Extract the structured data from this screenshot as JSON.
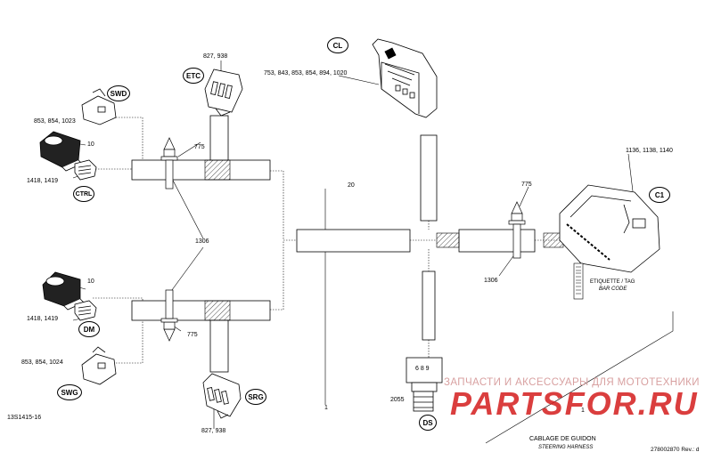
{
  "bubbles": {
    "cl": "CL",
    "etc": "ETC",
    "swd": "SWD",
    "ctrl": "CTRL",
    "dm": "DM",
    "swg": "SWG",
    "srg": "SRG",
    "ds": "DS",
    "c1": "C1"
  },
  "callouts": {
    "etc_parts": "827, 938",
    "cl_parts": "753, 843, 853, 854, 894, 1020",
    "swd_parts": "853, 854, 1023",
    "top_ten": "10",
    "ctrl_parts": "1418, 1419",
    "left_775_top": "775",
    "mid_1306": "1306",
    "bottom_ten": "10",
    "dm_parts": "1418, 1419",
    "left_775_bottom": "775",
    "swg_parts": "853, 854, 1024",
    "srg_parts": "827, 938",
    "harness_20": "20",
    "harness_1": "1",
    "right_775": "775",
    "right_1306": "1306",
    "c1_parts": "1136, 1138, 1140",
    "ds_code": "6 8 9",
    "ds_parts": "2055",
    "right_1": "1"
  },
  "tag": {
    "line1": "ETIQUETTE / TAG",
    "line2": "BAR CODE"
  },
  "footer": {
    "ref_left": "13S1415-16",
    "title_fr": "CABLAGE DE GUIDON",
    "title_en": "STEERING HARNESS",
    "ref_right": "278002870 Rev.: d"
  },
  "watermark": {
    "tagline": "ЗАПЧАСТИ И АКСЕССУАРЫ ДЛЯ МОТОТЕХНИКИ",
    "logo": "PARTSFOR.RU"
  }
}
